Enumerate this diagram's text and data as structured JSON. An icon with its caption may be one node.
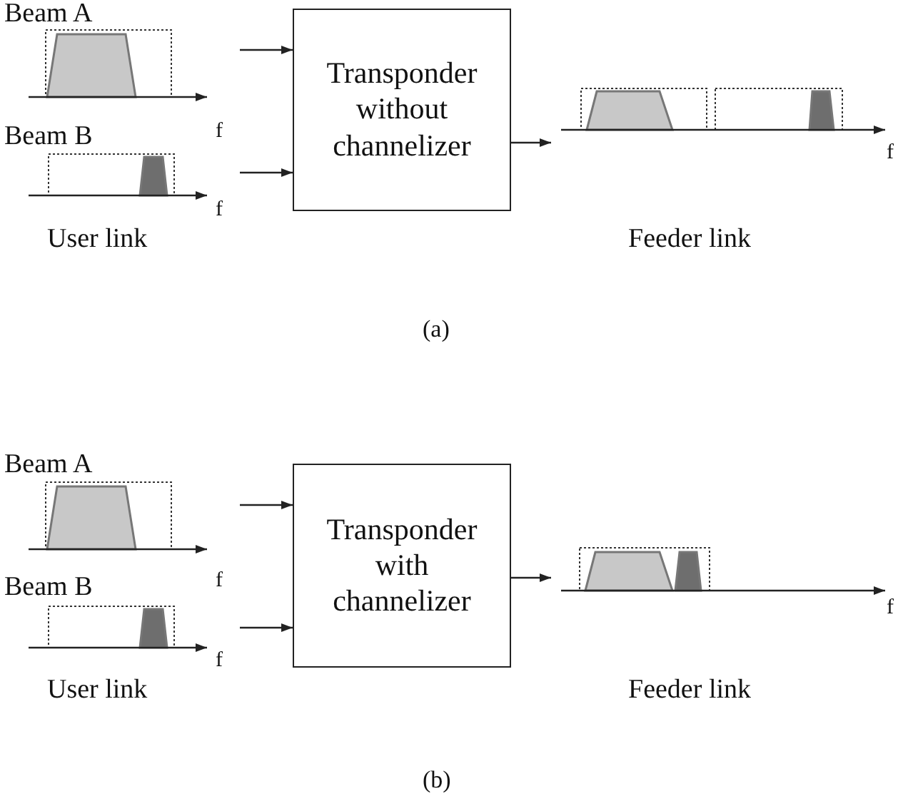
{
  "diagram": {
    "nodes": [
      {
        "text": [
          "Transponder without channelizer"
        ]
      },
      {
        "text": [
          "Transponder with channelizer"
        ]
      }
    ],
    "edges": [
      {
        "from": null,
        "to": 0,
        "arrow": "to"
      },
      {
        "from": null,
        "to": 0,
        "arrow": "to"
      },
      {
        "from": 0,
        "to": null,
        "arrow": "to"
      },
      {
        "from": null,
        "to": 1,
        "arrow": "to"
      },
      {
        "from": null,
        "to": 1,
        "arrow": "to"
      },
      {
        "from": 1,
        "to": null,
        "arrow": "to"
      }
    ],
    "labels": [
      "Beam A",
      "f",
      "Beam B",
      "f",
      "f",
      "User link",
      "Feeder link",
      "(a)",
      "Beam A",
      "f",
      "Beam B",
      "f",
      "f",
      "User link",
      "Feeder link",
      "(b)"
    ]
  }
}
